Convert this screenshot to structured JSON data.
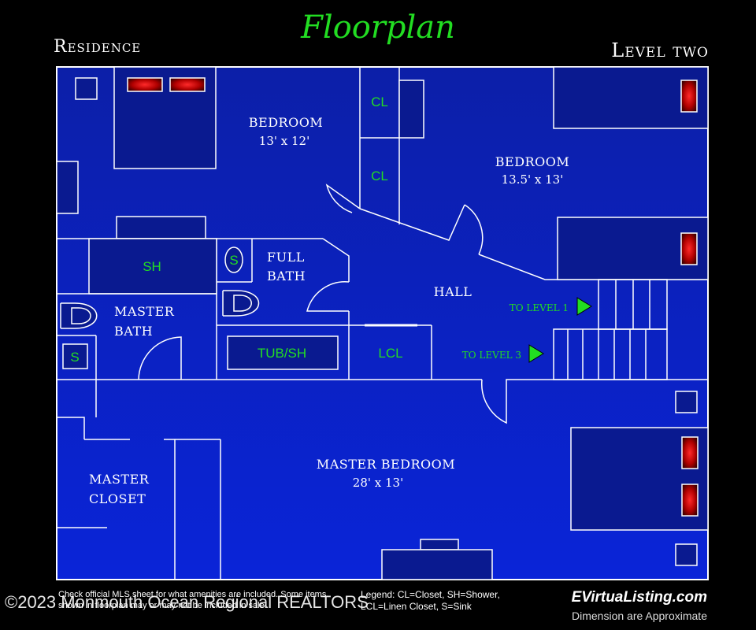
{
  "header": {
    "title": "Floorplan",
    "left_label": "Residence",
    "right_label": "Level two"
  },
  "rooms": {
    "bedroom1": {
      "name": "BEDROOM",
      "dim": "13' x 12'"
    },
    "bedroom2": {
      "name": "BEDROOM",
      "dim": "13.5' x 13'"
    },
    "full_bath_1": "FULL",
    "full_bath_2": "BATH",
    "hall": "HALL",
    "master_bath_1": "MASTER",
    "master_bath_2": "BATH",
    "master_bedroom": {
      "name": "MASTER BEDROOM",
      "dim": "28' x 13'"
    },
    "master_closet_1": "MASTER",
    "master_closet_2": "CLOSET"
  },
  "fixtures": {
    "cl_top": "CL",
    "cl_mid": "CL",
    "sh": "SH",
    "sink_full_bath": "S",
    "sink_master_bath": "S",
    "tub": "TUB/SH",
    "lcl": "LCL"
  },
  "stairs": {
    "to_level_1": "TO LEVEL 1",
    "to_level_3": "TO LEVEL 3"
  },
  "footer": {
    "note": "Check official MLS sheet for what amenities are included. Some items shown in floorplan may or may not be included in sale.",
    "legend_line1": "Legend: CL=Closet, SH=Shower,",
    "legend_line2": "LCL=Linen Closet, S=Sink",
    "brand": "EVirtuaListing.com",
    "approx": "Dimension are Approximate",
    "copyright": "©2023 Monmouth Ocean Regional REALTORS"
  },
  "colors": {
    "background": "#000000",
    "floor": "#0a1fc4",
    "wall": "#ffffff",
    "accent_green": "#22dd22",
    "window_red": "#c40000"
  }
}
